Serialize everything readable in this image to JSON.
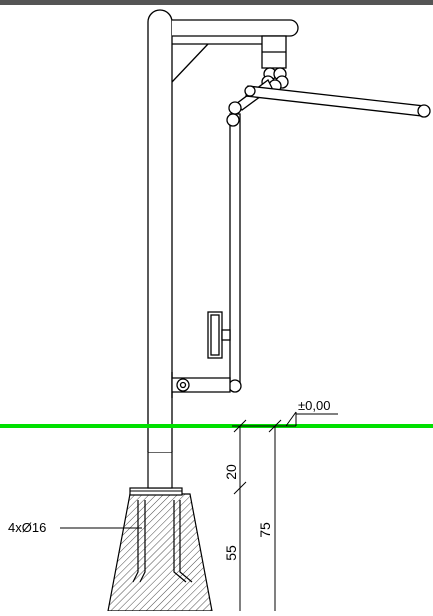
{
  "drawing": {
    "bar_label": "4xØ16",
    "level_label": "±0,00",
    "dim_20": "20",
    "dim_55": "55",
    "dim_75": "75"
  },
  "colors": {
    "ground_line": "#00e000",
    "frame_bar": "#555555",
    "ink": "#000000"
  }
}
